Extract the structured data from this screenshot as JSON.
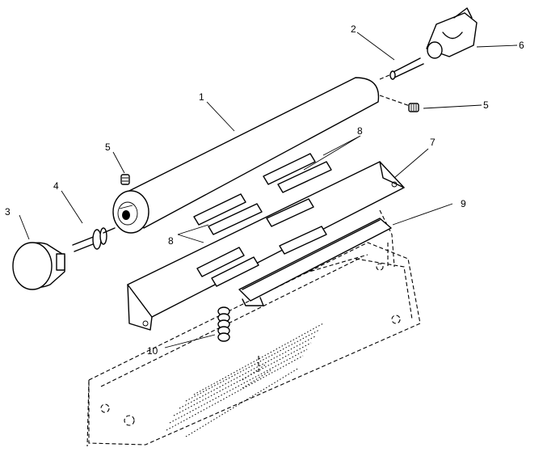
{
  "callouts": [
    {
      "id": "1",
      "label": "1"
    },
    {
      "id": "2",
      "label": "2"
    },
    {
      "id": "3",
      "label": "3"
    },
    {
      "id": "4",
      "label": "4"
    },
    {
      "id": "5a",
      "label": "5"
    },
    {
      "id": "5b",
      "label": "5"
    },
    {
      "id": "6",
      "label": "6"
    },
    {
      "id": "7",
      "label": "7"
    },
    {
      "id": "8a",
      "label": "8"
    },
    {
      "id": "8b",
      "label": "8"
    },
    {
      "id": "9",
      "label": "9"
    },
    {
      "id": "10",
      "label": "10"
    }
  ],
  "colors": {
    "ink": "#000000",
    "paper": "#ffffff"
  }
}
